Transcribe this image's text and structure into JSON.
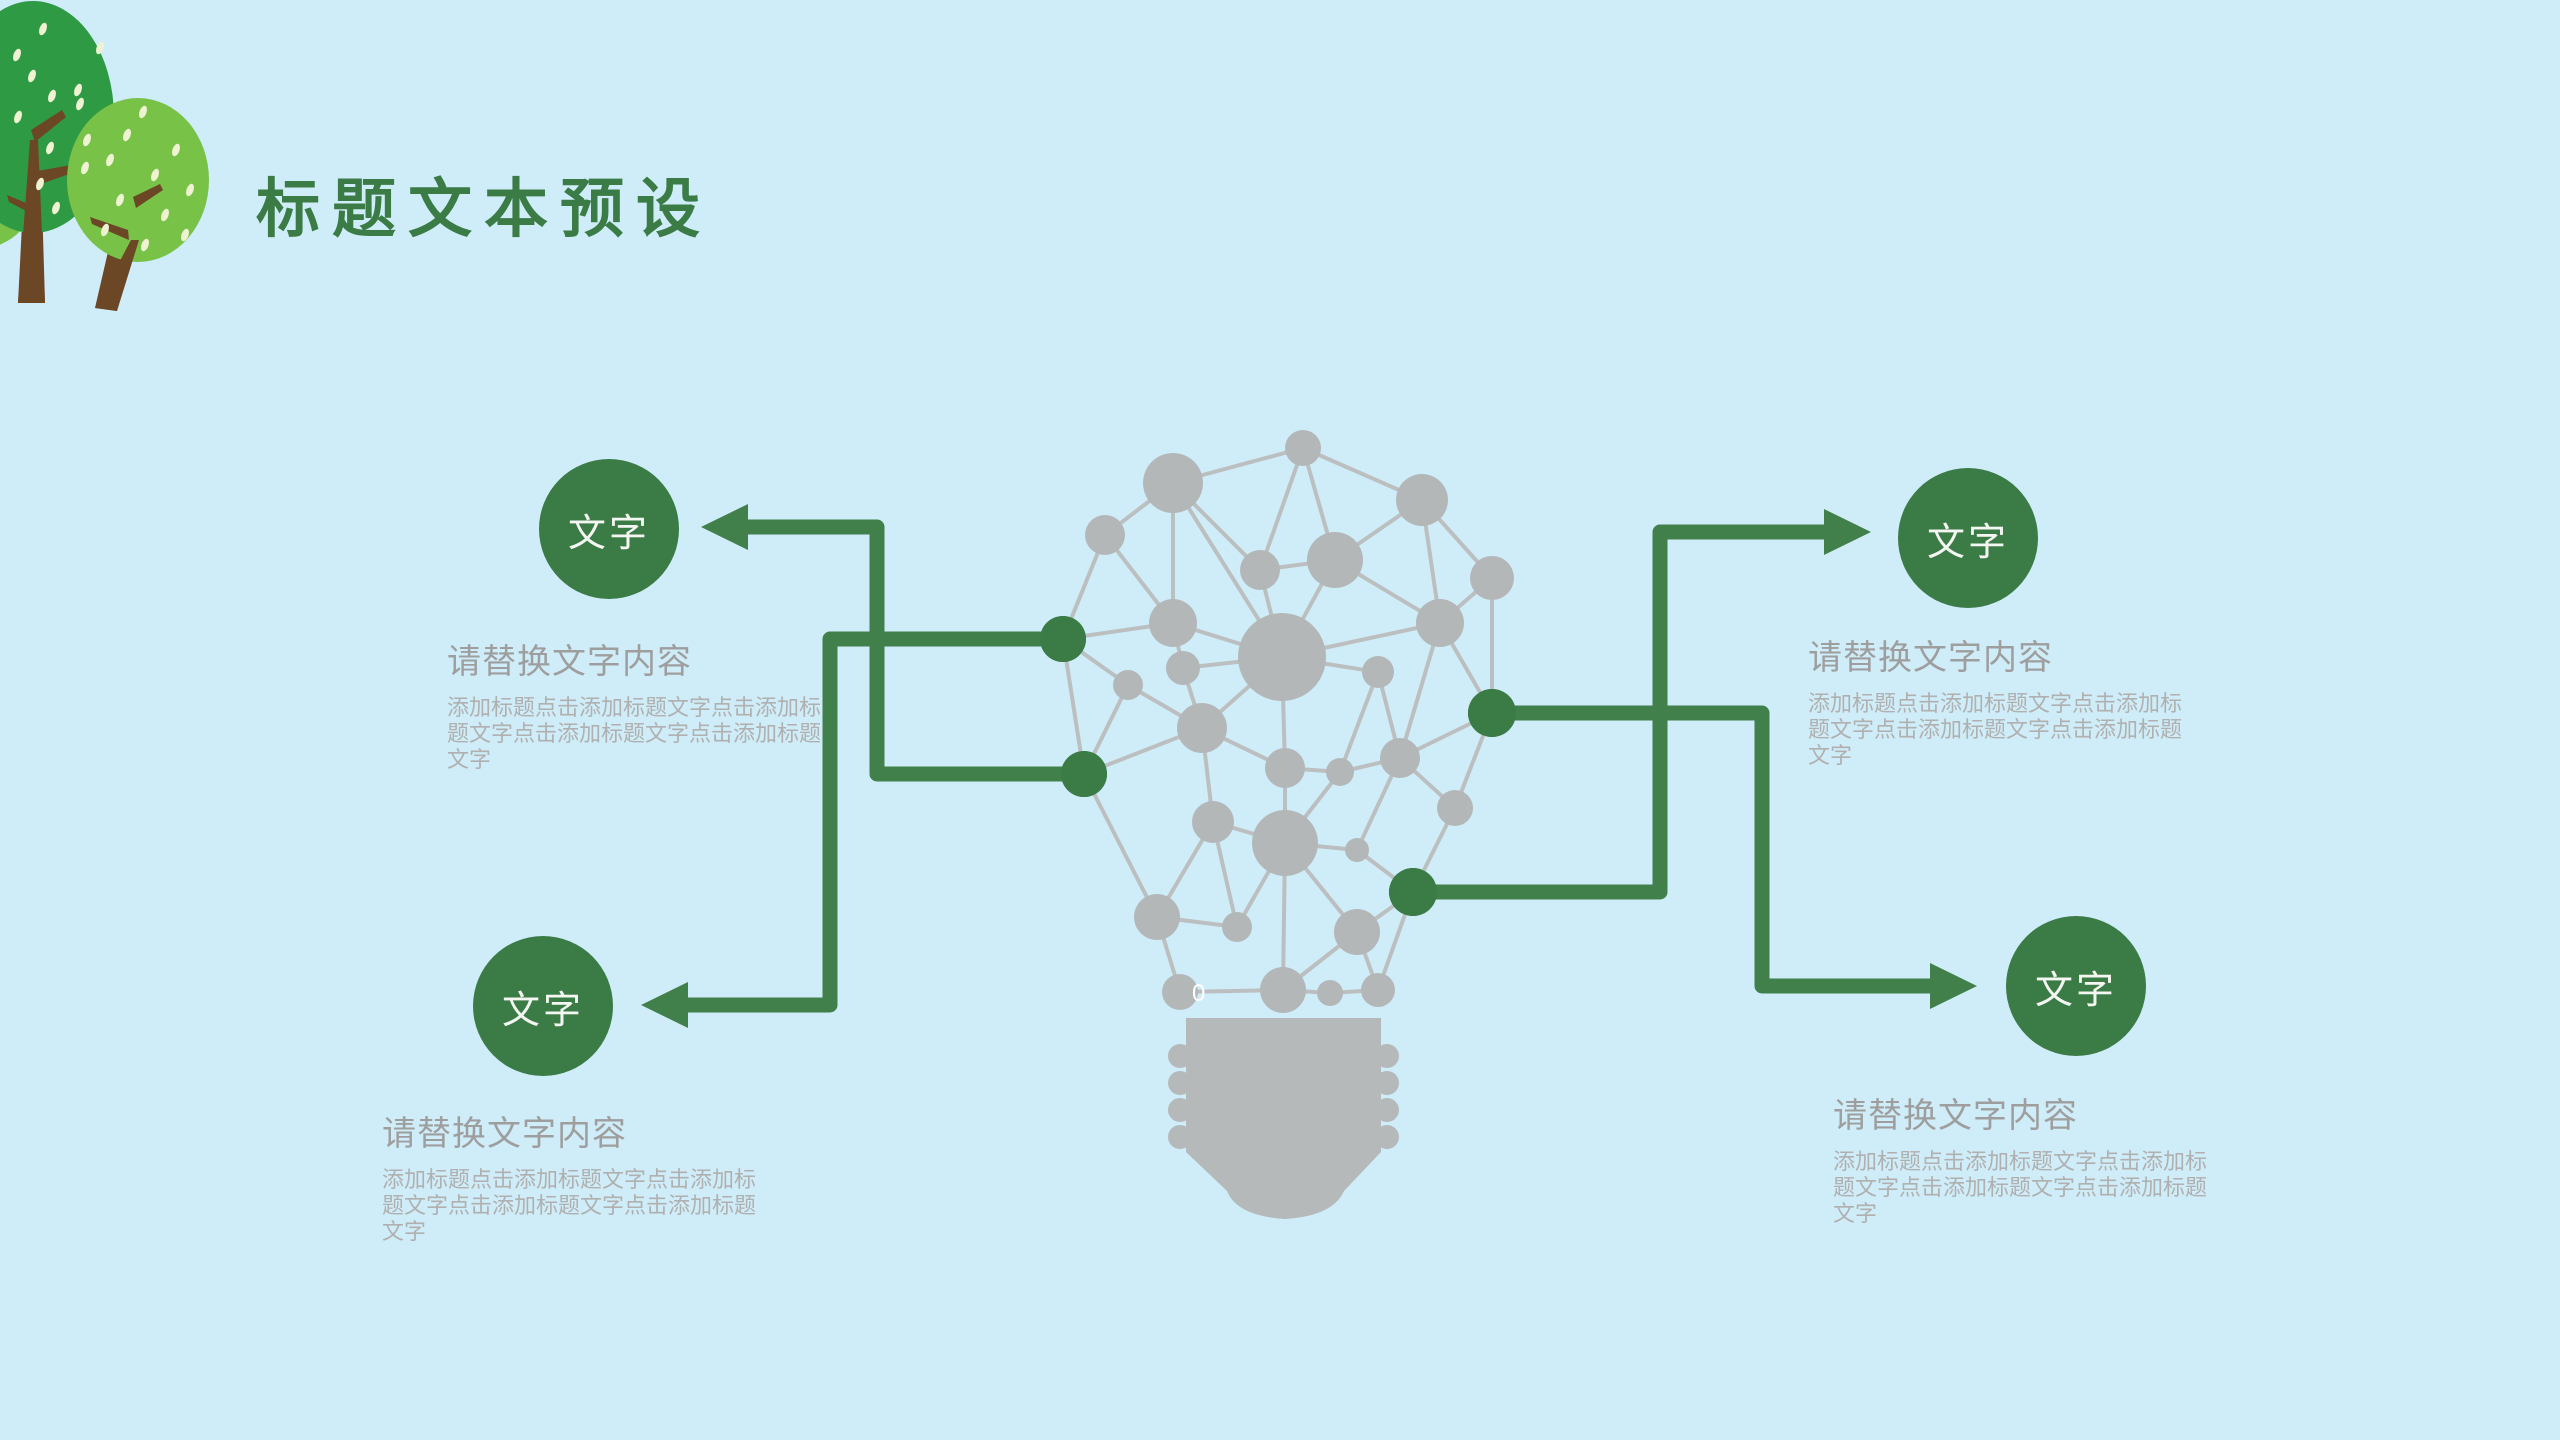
{
  "slide": {
    "title": "标题文本预设"
  },
  "callouts": {
    "top_left": {
      "badge": "文字",
      "heading": "请替换文字内容",
      "body": "添加标题点击添加标题文字点击添加标题文字点击添加标题文字点击添加标题文字"
    },
    "bottom_left": {
      "badge": "文字",
      "heading": "请替换文字内容",
      "body": "添加标题点击添加标题文字点击添加标题文字点击添加标题文字点击添加标题文字"
    },
    "top_right": {
      "badge": "文字",
      "heading": "请替换文字内容",
      "body": "添加标题点击添加标题文字点击添加标题文字点击添加标题文字点击添加标题文字"
    },
    "bottom_right": {
      "badge": "文字",
      "heading": "请替换文字内容",
      "body": "添加标题点击添加标题文字点击添加标题文字点击添加标题文字点击添加标题文字"
    }
  },
  "bulb": {
    "stray_glyph": "0"
  },
  "colors": {
    "bg": "#cfedf8",
    "accent": "#3b7b46",
    "line": "#41804b",
    "tree-dark": "#2f9a44",
    "tree-light": "#78c248",
    "trunk": "#6b4726",
    "speck": "#eff3d2",
    "net-edge": "#bcbfc0",
    "net-node": "#b4b7b8",
    "base": "#b6b9ba",
    "heading": "#9e9e9e",
    "body": "#b0b0b0",
    "circle-text": "#f4f6f1"
  }
}
